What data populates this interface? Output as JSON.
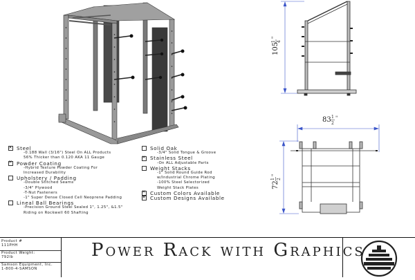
{
  "drawing": {
    "dimensions": {
      "height_whole": "105",
      "height_frac_num": "1",
      "height_frac_den": "4",
      "width_whole": "83",
      "width_frac_num": "1",
      "width_frac_den": "2",
      "depth_whole": "72",
      "depth_frac_num": "1",
      "depth_frac_den": "2",
      "inch": "\""
    }
  },
  "specs": {
    "left": [
      {
        "heading": "Steel",
        "checked": true,
        "lines": [
          "-0.188 Wall (3/16\") Steel On ALL Products",
          "56% Thicker than 0.120 AKA 11 Gauge"
        ]
      },
      {
        "heading": "Powder Coating",
        "checked": true,
        "lines": [
          "-Hybrid Texture Powder Coating For",
          "Increased Durability"
        ]
      },
      {
        "heading": "Upholstery / Padding",
        "checked": false,
        "lines": [
          "-Double Stitched Seams",
          "-3/4\" Plywood",
          "-T-Nut Fasteners",
          "-1\" Super Dense Closed Cell Neoprene Padding"
        ]
      },
      {
        "heading": "Lineal Ball Bearings",
        "checked": false,
        "lines": [
          "-Precision Ground Steel Sealed 1\", 1.25\", &1.5\"",
          "Riding on Rockwell 60 Shafting"
        ]
      }
    ],
    "right": [
      {
        "heading": "Solid Oak",
        "checked": false,
        "lines": [
          "-3/4\" Solid Tongue & Groove"
        ]
      },
      {
        "heading": "Stainless Steel",
        "checked": true,
        "lines": [
          "-On ALL Adjustable Parts"
        ]
      },
      {
        "heading": "Weight Stacks",
        "checked": false,
        "lines": [
          "-1\" Solid Round Guide Rod",
          "w/Industrial Chrome Plating",
          "-100% Steel Selectorized",
          "Weight Stack Plates"
        ]
      },
      {
        "heading": "Custom Colors Available",
        "checked": true,
        "lines": []
      },
      {
        "heading": "Custom Designs Available",
        "checked": true,
        "lines": []
      }
    ]
  },
  "title_block": {
    "product_label": "Product #",
    "product_value": "111PHH",
    "weight_label": "Product Weight:",
    "weight_value": "792lb",
    "company": "Samson Equipment, Inc.",
    "phone": "1-800-4-SAMSON",
    "title": "Power Rack with Graphics"
  },
  "colors": {
    "line": "#3a3a3a",
    "dim": "#3b55c9",
    "steel": "#6e6e6e",
    "dark": "#2a2a2a"
  }
}
